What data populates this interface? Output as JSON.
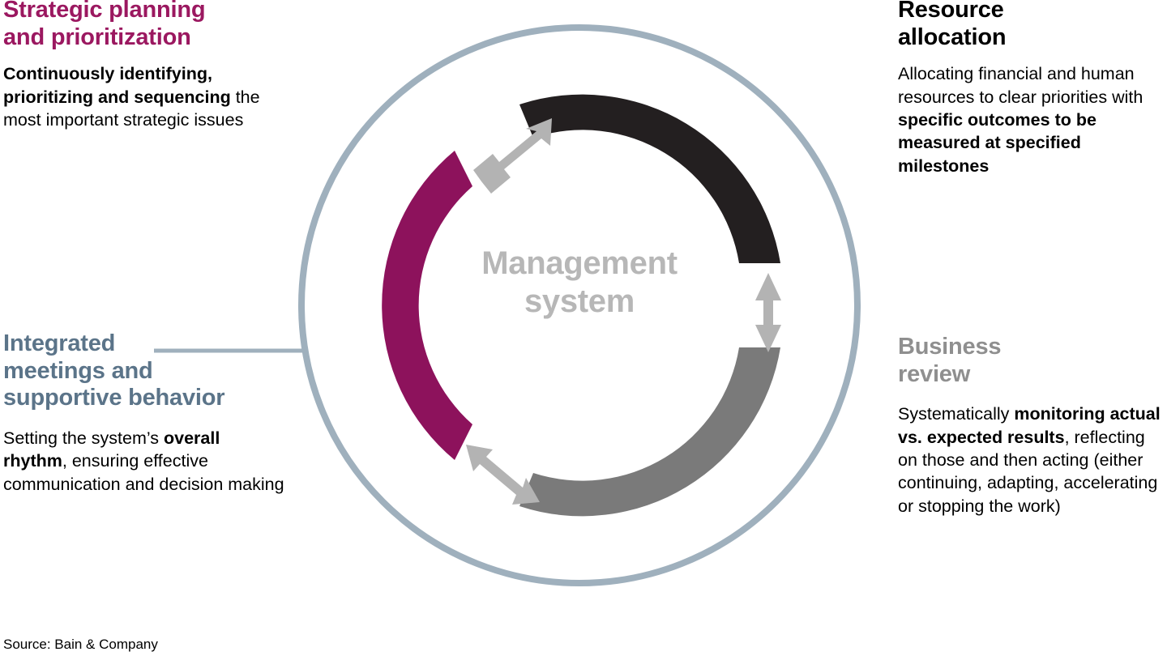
{
  "diagram": {
    "center_label_line1": "Management",
    "center_label_line2": "system",
    "source": "Source: Bain & Company",
    "colors": {
      "magenta": "#8d125c",
      "black": "#231f20",
      "gray": "#7a7a7a",
      "slate_blue": "#9fb0bd",
      "heading_slate": "#5b7489",
      "heading_gray": "#8f8f8f",
      "arrow_gray": "#b3b3b3",
      "center_text": "#b7b7b7"
    },
    "arcs": [
      {
        "name": "strategic-planning-arc",
        "color": "#8d125c",
        "start_deg": 195,
        "end_deg": 285
      },
      {
        "name": "resource-allocation-arc",
        "color": "#231f20",
        "start_deg": 300,
        "end_deg": 30
      },
      {
        "name": "business-review-arc",
        "color": "#7a7a7a",
        "start_deg": 45,
        "end_deg": 135
      }
    ],
    "arrows": [
      {
        "name": "arrow-strategic-to-resource"
      },
      {
        "name": "arrow-resource-to-business"
      },
      {
        "name": "arrow-business-to-strategic"
      }
    ]
  },
  "blocks": {
    "strategic": {
      "heading_line1": "Strategic planning",
      "heading_line2": "and prioritization",
      "body_bold": "Continuously identifying, prioritizing and sequencing",
      "body_rest": " the most important strategic issues"
    },
    "integrated": {
      "heading_line1": "Integrated",
      "heading_line2": "meetings and",
      "heading_line3": "supportive behavior",
      "body_pre": "Setting the system’s ",
      "body_bold": "overall rhythm",
      "body_post": ", ensuring effective communication and decision making"
    },
    "resource": {
      "heading_line1": "Resource",
      "heading_line2": "allocation",
      "body_pre": "Allocating financial and human resources to clear priorities with ",
      "body_bold": "specific outcomes to be measured at specified milestones",
      "body_post": ""
    },
    "business": {
      "heading_line1": "Business",
      "heading_line2": "review",
      "body_pre": "Systematically ",
      "body_bold": "monitoring actual vs. expected results",
      "body_post": ", reflecting on those and then acting (either continuing, adapting, accelerating or stopping the work)"
    }
  }
}
